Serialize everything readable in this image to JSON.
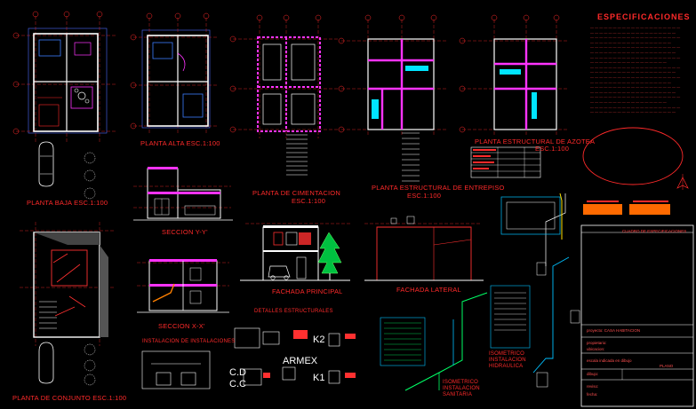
{
  "drawing_title": "ESPECIFICACIONES",
  "view_labels": {
    "planta_baja": "PLANTA  BAJA  ESC.1:100",
    "planta_alta": "PLANTA  ALTA  ESC.1:100",
    "planta_cimentacion": "PLANTA  DE  CIMENTACION",
    "planta_cimentacion_esc": "ESC.1:100",
    "planta_entrepiso": "PLANTA  ESTRUCTURAL  DE  ENTREPISO",
    "planta_entrepiso_esc": "ESC.1:100",
    "planta_azotea": "PLANTA  ESTRUCTURAL  DE  AZOTEA",
    "planta_azotea_esc": "ESC.1:100",
    "seccion_y": "SECCION  Y-Y'",
    "seccion_x": "SECCION  X-X'",
    "fachada_principal": "FACHADA  PRINCIPAL",
    "fachada_lateral": "FACHADA  LATERAL",
    "planta_conjunto": "PLANTA  DE  CONJUNTO  ESC.1:100",
    "detalles_instalaciones": "INSTALACION DE INSTALACIONES",
    "detalles_estructurales": "DETALLES ESTRUCTURALES",
    "isometrico_sanitaria_1": "ISOMETRICO",
    "isometrico_sanitaria_2": "INSTALACION",
    "isometrico_sanitaria_3": "SANITARIA",
    "isometrico_hidraulica_1": "ISOMETRICO",
    "isometrico_hidraulica_2": "INSTALACION",
    "isometrico_hidraulica_3": "HIDRAULICA"
  },
  "detail_tags": {
    "armex": "ARMEX",
    "k2": "K2",
    "k1": "K1",
    "cd": "C.D",
    "cc": "C.C"
  },
  "title_block": {
    "heading": "CUADRO DE ESPECIFICACIONES",
    "proyecto": "proyecto:  CASA HABITACION",
    "propietario": "propietario:",
    "ubicacion": "ubicacion:",
    "escala": "escala indicada en dibujo",
    "plano": "PLANO",
    "dibujo": "dibujo:",
    "revision": "reviso:",
    "fecha": "fecha:"
  },
  "colors": {
    "background": "#000000",
    "walls": "#ffffff",
    "structural": "#ff33ff",
    "grid_axis": "#ff2a2a",
    "dimension": "#4d6bff",
    "hydraulic": "#00c0ff",
    "sanitary": "#00ff66",
    "labels": "#ff2a2a"
  }
}
